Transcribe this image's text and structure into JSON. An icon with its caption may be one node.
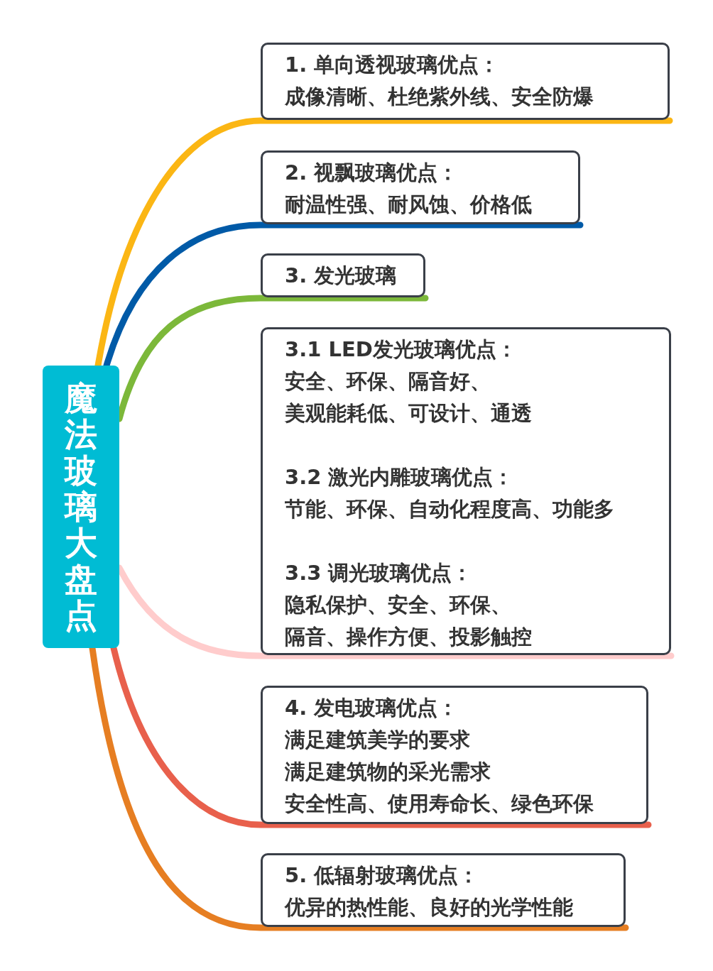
{
  "diagram": {
    "nodes": [
      {
        "text": [
          "魔法玻璃大盘点"
        ]
      },
      {
        "text": [
          "1. 单向透视玻璃优点：",
          "成像清晰、杜绝紫外线、安全防爆"
        ]
      },
      {
        "text": [
          "2. 视飘玻璃优点：",
          "耐温性强、耐风蚀、价格低"
        ]
      },
      {
        "text": [
          "3. 发光玻璃"
        ]
      },
      {
        "text": [
          "3.1 LED发光玻璃优点：",
          "安全、环保、隔音好、",
          "美观能耗低、可设计、通透",
          "3.2 激光内雕玻璃优点：",
          "节能、环保、自动化程度高、功能多",
          "3.3 调光玻璃优点：",
          "隐私保护、安全、环保、",
          "隔音、操作方便、投影触控"
        ]
      },
      {
        "text": [
          "4. 发电玻璃优点：",
          "满足建筑美学的要求",
          "满足建筑物的采光需求",
          "安全性高、使用寿命长、绿色环保"
        ]
      },
      {
        "text": [
          "5. 低辐射玻璃优点：",
          "优异的热性能、良好的光学性能"
        ]
      }
    ],
    "edges": [
      {
        "from": 0,
        "to": 1,
        "arrow": "none",
        "color": "#fbb614"
      },
      {
        "from": 0,
        "to": 2,
        "arrow": "none",
        "color": "#005aa7"
      },
      {
        "from": 0,
        "to": 3,
        "arrow": "none",
        "color": "#7cb83a"
      },
      {
        "from": 0,
        "to": 4,
        "arrow": "none",
        "color": "#ffcccc"
      },
      {
        "from": 0,
        "to": 5,
        "arrow": "none",
        "color": "#e8604c"
      },
      {
        "from": 0,
        "to": 6,
        "arrow": "none",
        "color": "#e67e22"
      }
    ]
  }
}
